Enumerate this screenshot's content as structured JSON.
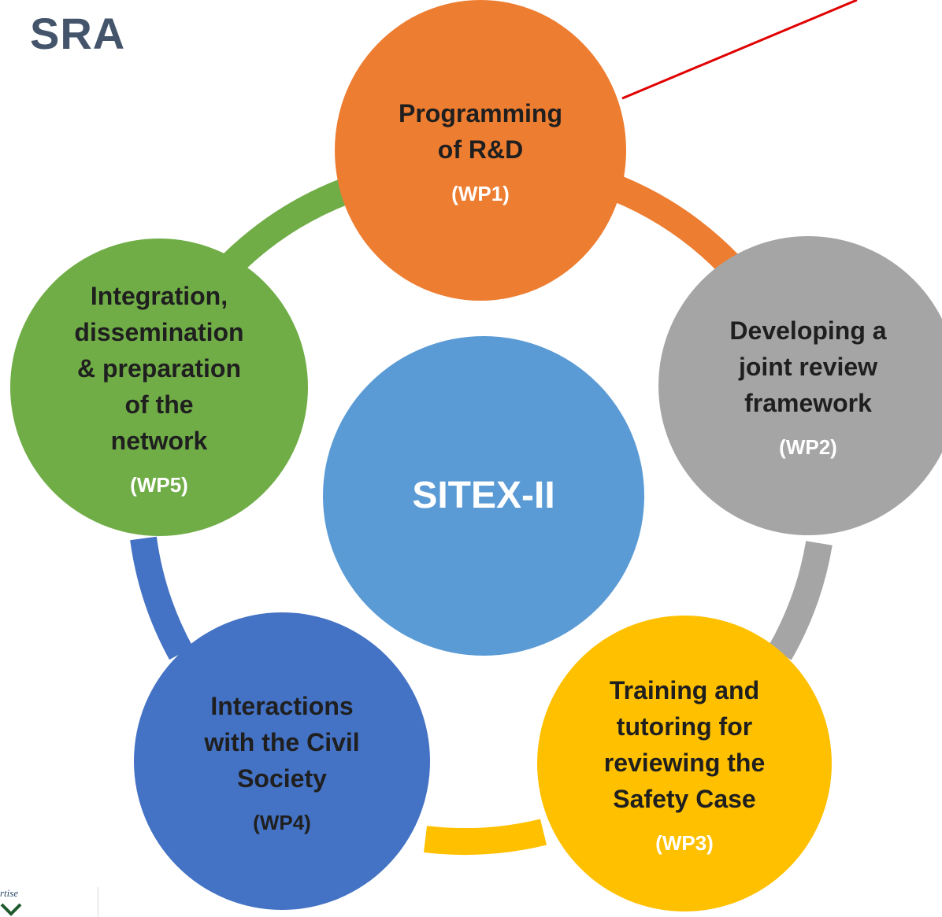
{
  "title": "SRA",
  "center": {
    "label": "SITEX-II"
  },
  "nodes": [
    {
      "label_lines": [
        "Programming",
        "of R&D"
      ],
      "wp": "(WP1)",
      "color": "#ed7d31"
    },
    {
      "label_lines": [
        "Developing a",
        "joint review",
        "framework"
      ],
      "wp": "(WP2)",
      "color": "#a5a5a5"
    },
    {
      "label_lines": [
        "Training and",
        "tutoring for",
        "reviewing the",
        "Safety Case"
      ],
      "wp": "(WP3)",
      "color": "#ffc000"
    },
    {
      "label_lines": [
        "Interactions",
        "with the Civil",
        "Society"
      ],
      "wp": "(WP4)",
      "color": "#4472c4"
    },
    {
      "label_lines": [
        "Integration,",
        "dissemination",
        "& preparation",
        "of the",
        "network"
      ],
      "wp": "(WP5)",
      "color": "#70ad47"
    }
  ],
  "center_color": "#5b9bd5",
  "pointer_color": "#e00000",
  "logo": {
    "text": "rtise",
    "icon": "logo-mark"
  }
}
